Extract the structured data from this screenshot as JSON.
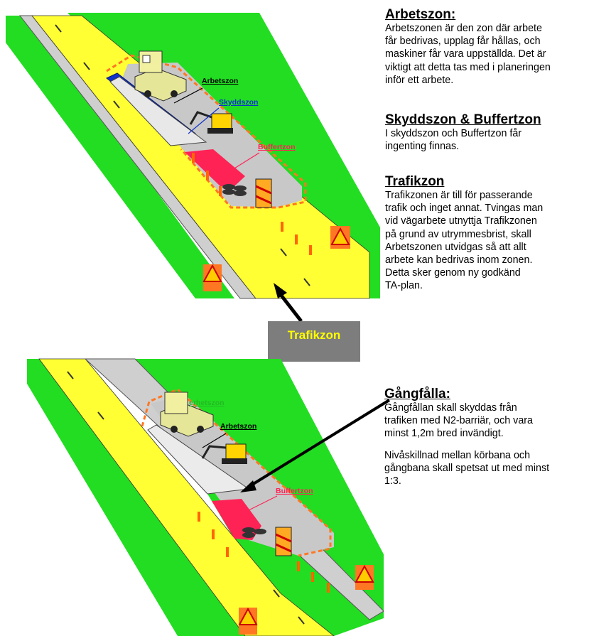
{
  "top_diagram": {
    "labels": {
      "work_zone": "Arbetszon",
      "safety_zone": "Skyddszon",
      "buffer_zone": "Buffertzon"
    },
    "callout": "Trafikzon"
  },
  "bottom_diagram": {
    "labels": {
      "work_zone": "Arbetszon",
      "safety_zone_partial": "erhetszon",
      "buffer_zone": "Buffertzon"
    }
  },
  "sections": {
    "arbetszon": {
      "heading": "Arbetszon:",
      "body": "Arbetszonen är den zon där arbete\nfår bedrivas, upplag får hållas, och\nmaskiner får vara uppställda. Det är\nviktigt att detta tas med i planeringen\ninför ett arbete."
    },
    "skyddszon": {
      "heading": "Skyddszon & Buffertzon",
      "body": "I skyddszon och Buffertzon får\ningenting finnas."
    },
    "trafikzon": {
      "heading": "Trafikzon",
      "body": "Trafikzonen är till för passerande\ntrafik och inget annat. Tvingas man\nvid vägarbete utnyttja Trafikzonen\npå grund av utrymmesbrist, skall\nArbetszonen utvidgas så att allt\narbete kan bedrivas inom zonen.\nDetta sker genom ny godkänd\nTA-plan."
    },
    "gangfalla": {
      "heading": "Gångfålla:",
      "body": "Gångfållan skall skyddas från\ntrafiken med N2-barriär, och vara\nminst 1,2m bred invändigt.",
      "body2": "Nivåskillnad mellan körbana och\ngångbana skall spetsat ut med minst\n1:3."
    }
  },
  "colors": {
    "grass": "#22dd22",
    "road": "#ffff22",
    "work_area": "#c8c8c8",
    "buffer": "#ff2255",
    "fence": "#ff7722",
    "safety_blue": "#1133cc",
    "callout_box": "#7d7d7d",
    "callout_text": "#ffff00"
  }
}
